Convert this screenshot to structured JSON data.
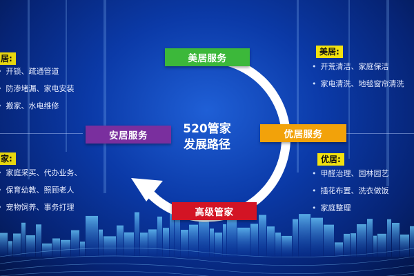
{
  "center": {
    "line1": "520管家",
    "line2": "发展路径"
  },
  "stages": {
    "top": {
      "label": "美居服务",
      "color": "#3cb83a"
    },
    "right": {
      "label": "优居服务",
      "color": "#f2a20a"
    },
    "bottom": {
      "label": "高级管家",
      "color": "#d31424"
    },
    "left": {
      "label": "安居服务",
      "color": "#7a2f9e"
    }
  },
  "panels": {
    "top_left": {
      "title": "居:",
      "items": [
        "开锁、疏通管道",
        "防渗堵漏、家电安装",
        "搬家、水电维修"
      ]
    },
    "bottom_left": {
      "title": "家:",
      "items": [
        "家庭采买、代办业务、",
        "保育幼教、照顾老人",
        "宠物饲养、事务打理"
      ]
    },
    "top_right": {
      "title": "美居:",
      "items": [
        "开荒清洁、家庭保洁",
        "家电清洗、地毯窗帘清洗"
      ]
    },
    "bottom_right": {
      "title": "优居:",
      "items": [
        "甲醛治理、园林园艺",
        "插花布置、洗衣做饭",
        "家庭整理"
      ]
    }
  },
  "bullet": "•"
}
